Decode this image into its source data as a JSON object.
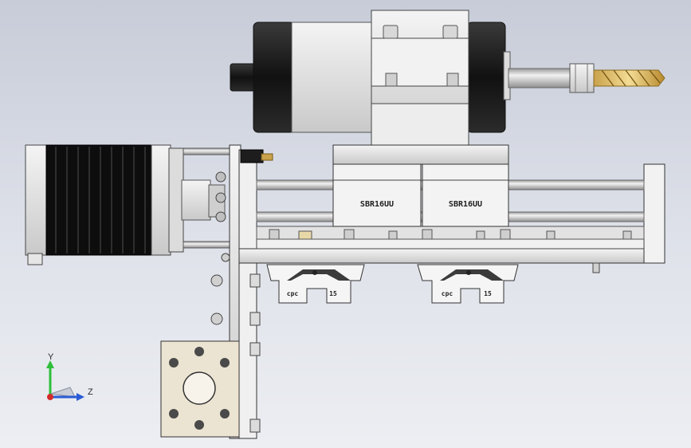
{
  "viewport": {
    "background_top": "#c7ccd8",
    "background_bottom": "#eceef2"
  },
  "model": {
    "bearing_label": "SBR16UU",
    "rail_block_brand": "cpc",
    "rail_block_size": "15"
  },
  "triad": {
    "y_label": "Y",
    "z_label": "Z",
    "y_color": "#2fbf3a",
    "z_color": "#2a5bd6",
    "x_color": "#d42a2a"
  }
}
